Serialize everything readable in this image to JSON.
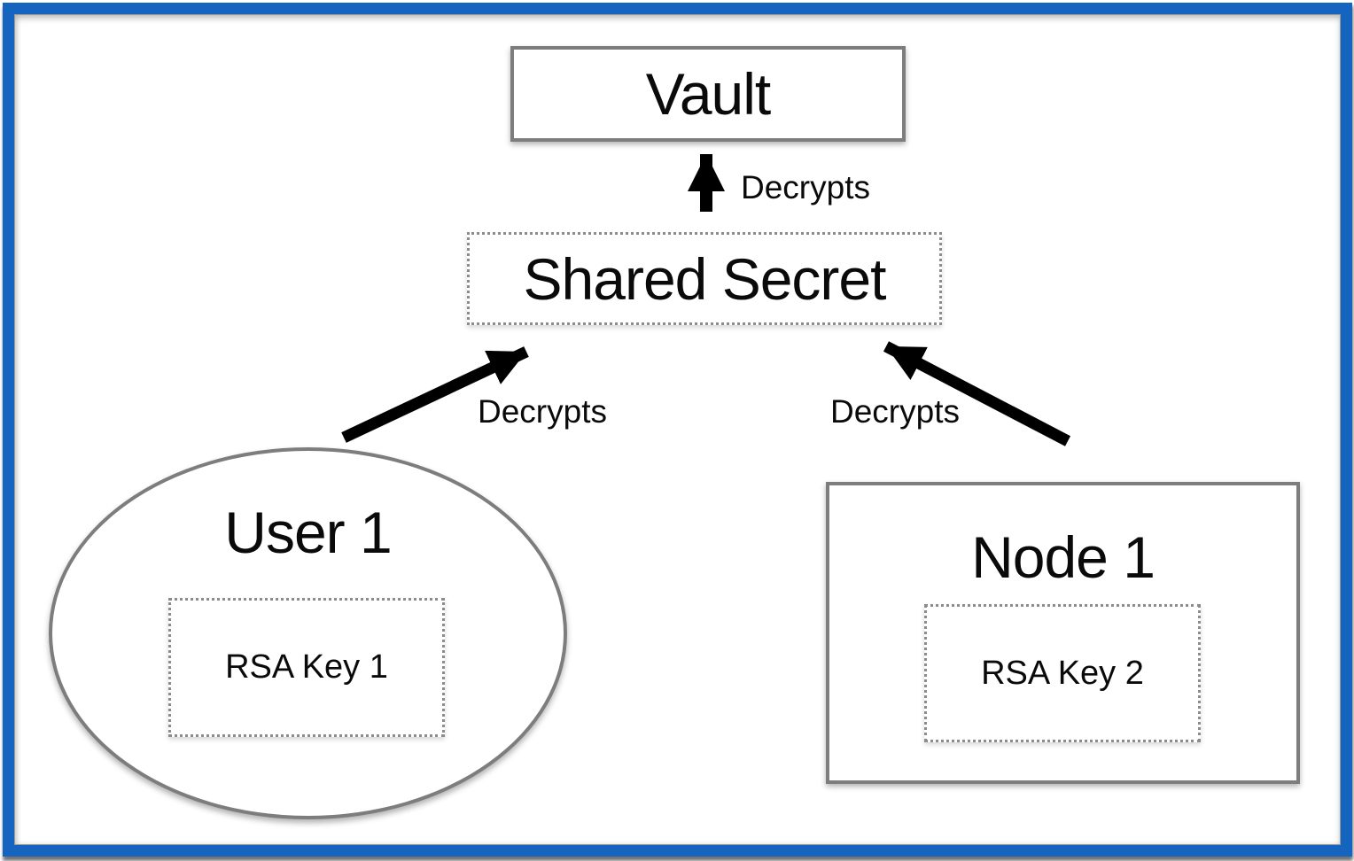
{
  "diagram": {
    "nodes": {
      "vault": {
        "label": "Vault"
      },
      "shared_secret": {
        "label": "Shared Secret"
      },
      "user1": {
        "label": "User 1"
      },
      "rsa_key1": {
        "label": "RSA Key 1"
      },
      "node1": {
        "label": "Node 1"
      },
      "rsa_key2": {
        "label": "RSA Key 2"
      }
    },
    "edges": [
      {
        "from": "Shared Secret",
        "to": "Vault",
        "label": "Decrypts"
      },
      {
        "from": "User 1",
        "to": "Shared Secret",
        "label": "Decrypts"
      },
      {
        "from": "Node 1",
        "to": "Shared Secret",
        "label": "Decrypts"
      }
    ],
    "colors": {
      "frame_blue": "#1565c0",
      "box_border_gray": "#7d7d7d",
      "dotted_border_gray": "#8c8c8c",
      "arrow_black": "#000000",
      "background": "#ffffff"
    }
  }
}
